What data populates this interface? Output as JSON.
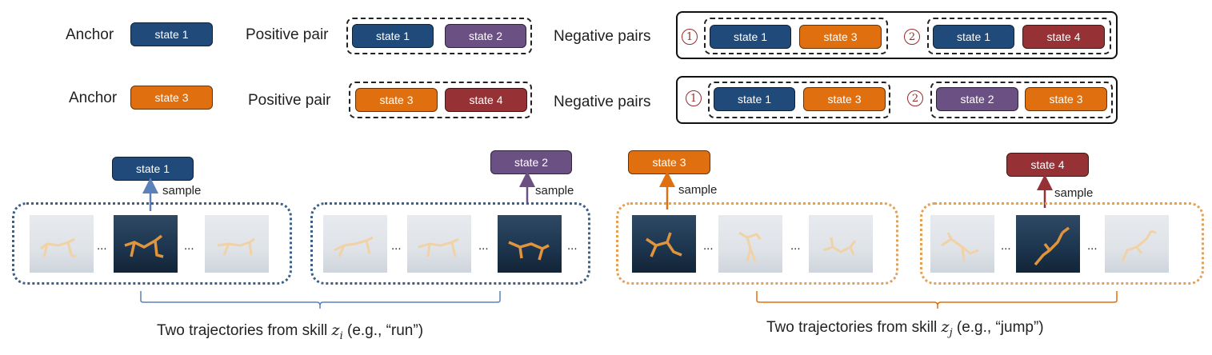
{
  "rows": [
    {
      "anchor_label": "Anchor",
      "anchor_state": "state 1",
      "positive_label": "Positive pair",
      "positive": [
        "state 1",
        "state 2"
      ],
      "negative_label": "Negative pairs",
      "negatives": [
        {
          "num": "1",
          "states": [
            "state 1",
            "state 3"
          ]
        },
        {
          "num": "2",
          "states": [
            "state 1",
            "state 4"
          ]
        }
      ]
    },
    {
      "anchor_label": "Anchor",
      "anchor_state": "state 3",
      "positive_label": "Positive pair",
      "positive": [
        "state 3",
        "state 4"
      ],
      "negative_label": "Negative pairs",
      "negatives": [
        {
          "num": "1",
          "states": [
            "state 1",
            "state 3"
          ]
        },
        {
          "num": "2",
          "states": [
            "state 2",
            "state 3"
          ]
        }
      ]
    }
  ],
  "samples": [
    {
      "state": "state 1",
      "label": "sample"
    },
    {
      "state": "state 2",
      "label": "sample"
    },
    {
      "state": "state 3",
      "label": "sample"
    },
    {
      "state": "state 4",
      "label": "sample"
    }
  ],
  "ellipsis": "...",
  "captions": {
    "left_pre": "Two trajectories from skill ",
    "left_var": "z",
    "left_sub": "i",
    "left_post": " (e.g., “run”)",
    "right_pre": "Two trajectories from skill ",
    "right_var": "z",
    "right_sub": "j",
    "right_post": " (e.g., “jump”)"
  },
  "colors": {
    "state1": "#1f4a7a",
    "state2": "#6a5083",
    "state3": "#e0700f",
    "state4": "#963235",
    "skill_i_traj": "#3f5f86",
    "skill_j_traj": "#e2a15a",
    "skill_i_brace": "#5b82b8",
    "skill_j_brace": "#e0700f"
  }
}
